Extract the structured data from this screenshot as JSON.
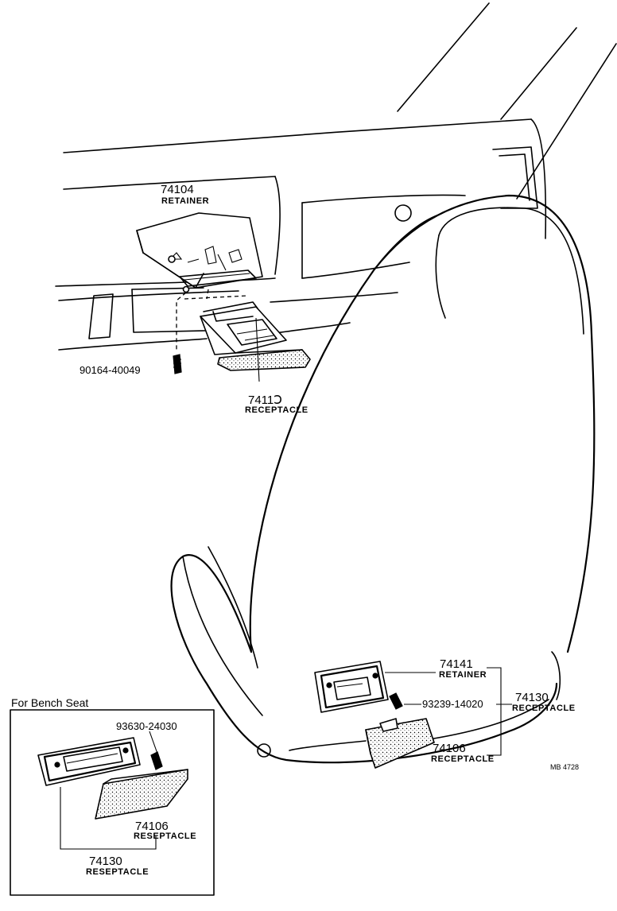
{
  "callouts": {
    "p74104": {
      "number": "74104",
      "name": "RETAINER"
    },
    "p90164": {
      "number": "90164-40049"
    },
    "p74110": {
      "number": "7411Ↄ",
      "name": "RECEPTACLE"
    },
    "p74141": {
      "number": "74141",
      "name": "RETAINER"
    },
    "p93239": {
      "number": "93239-14020"
    },
    "p74130": {
      "number": "74130",
      "name": "RECEPTACLE"
    },
    "p74106": {
      "number": "74106",
      "name": "RECEPTACLE"
    }
  },
  "inset": {
    "title": "For  Bench  Seat",
    "p93630": {
      "number": "93630-24030"
    },
    "p74106": {
      "number": "74106",
      "name": "RESEPTACLE"
    },
    "p74130": {
      "number": "74130",
      "name": "RESEPTACLE"
    }
  },
  "drawing_code": "MB 4728"
}
